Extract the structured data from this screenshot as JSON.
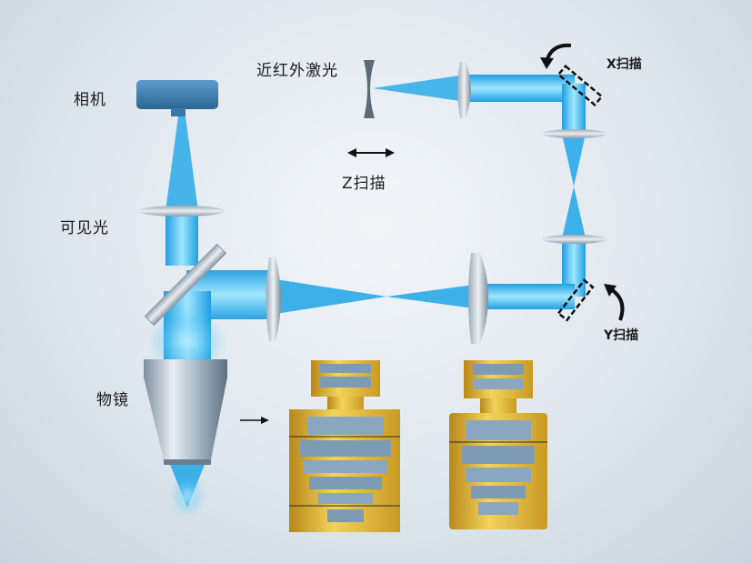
{
  "labels": {
    "nir_laser": "近红外激光",
    "camera": "相机",
    "visible_light": "可见光",
    "objective": "物镜",
    "z_scan": "Z扫描",
    "x_scan": "X扫描",
    "y_scan": "Y扫描"
  },
  "colors": {
    "beam": "#2fb6f0",
    "beam_core": "#9fe6ff",
    "gold": "#e0b632",
    "lens_glass": "#8aa7bf",
    "camera_body": "#3f7fae"
  }
}
